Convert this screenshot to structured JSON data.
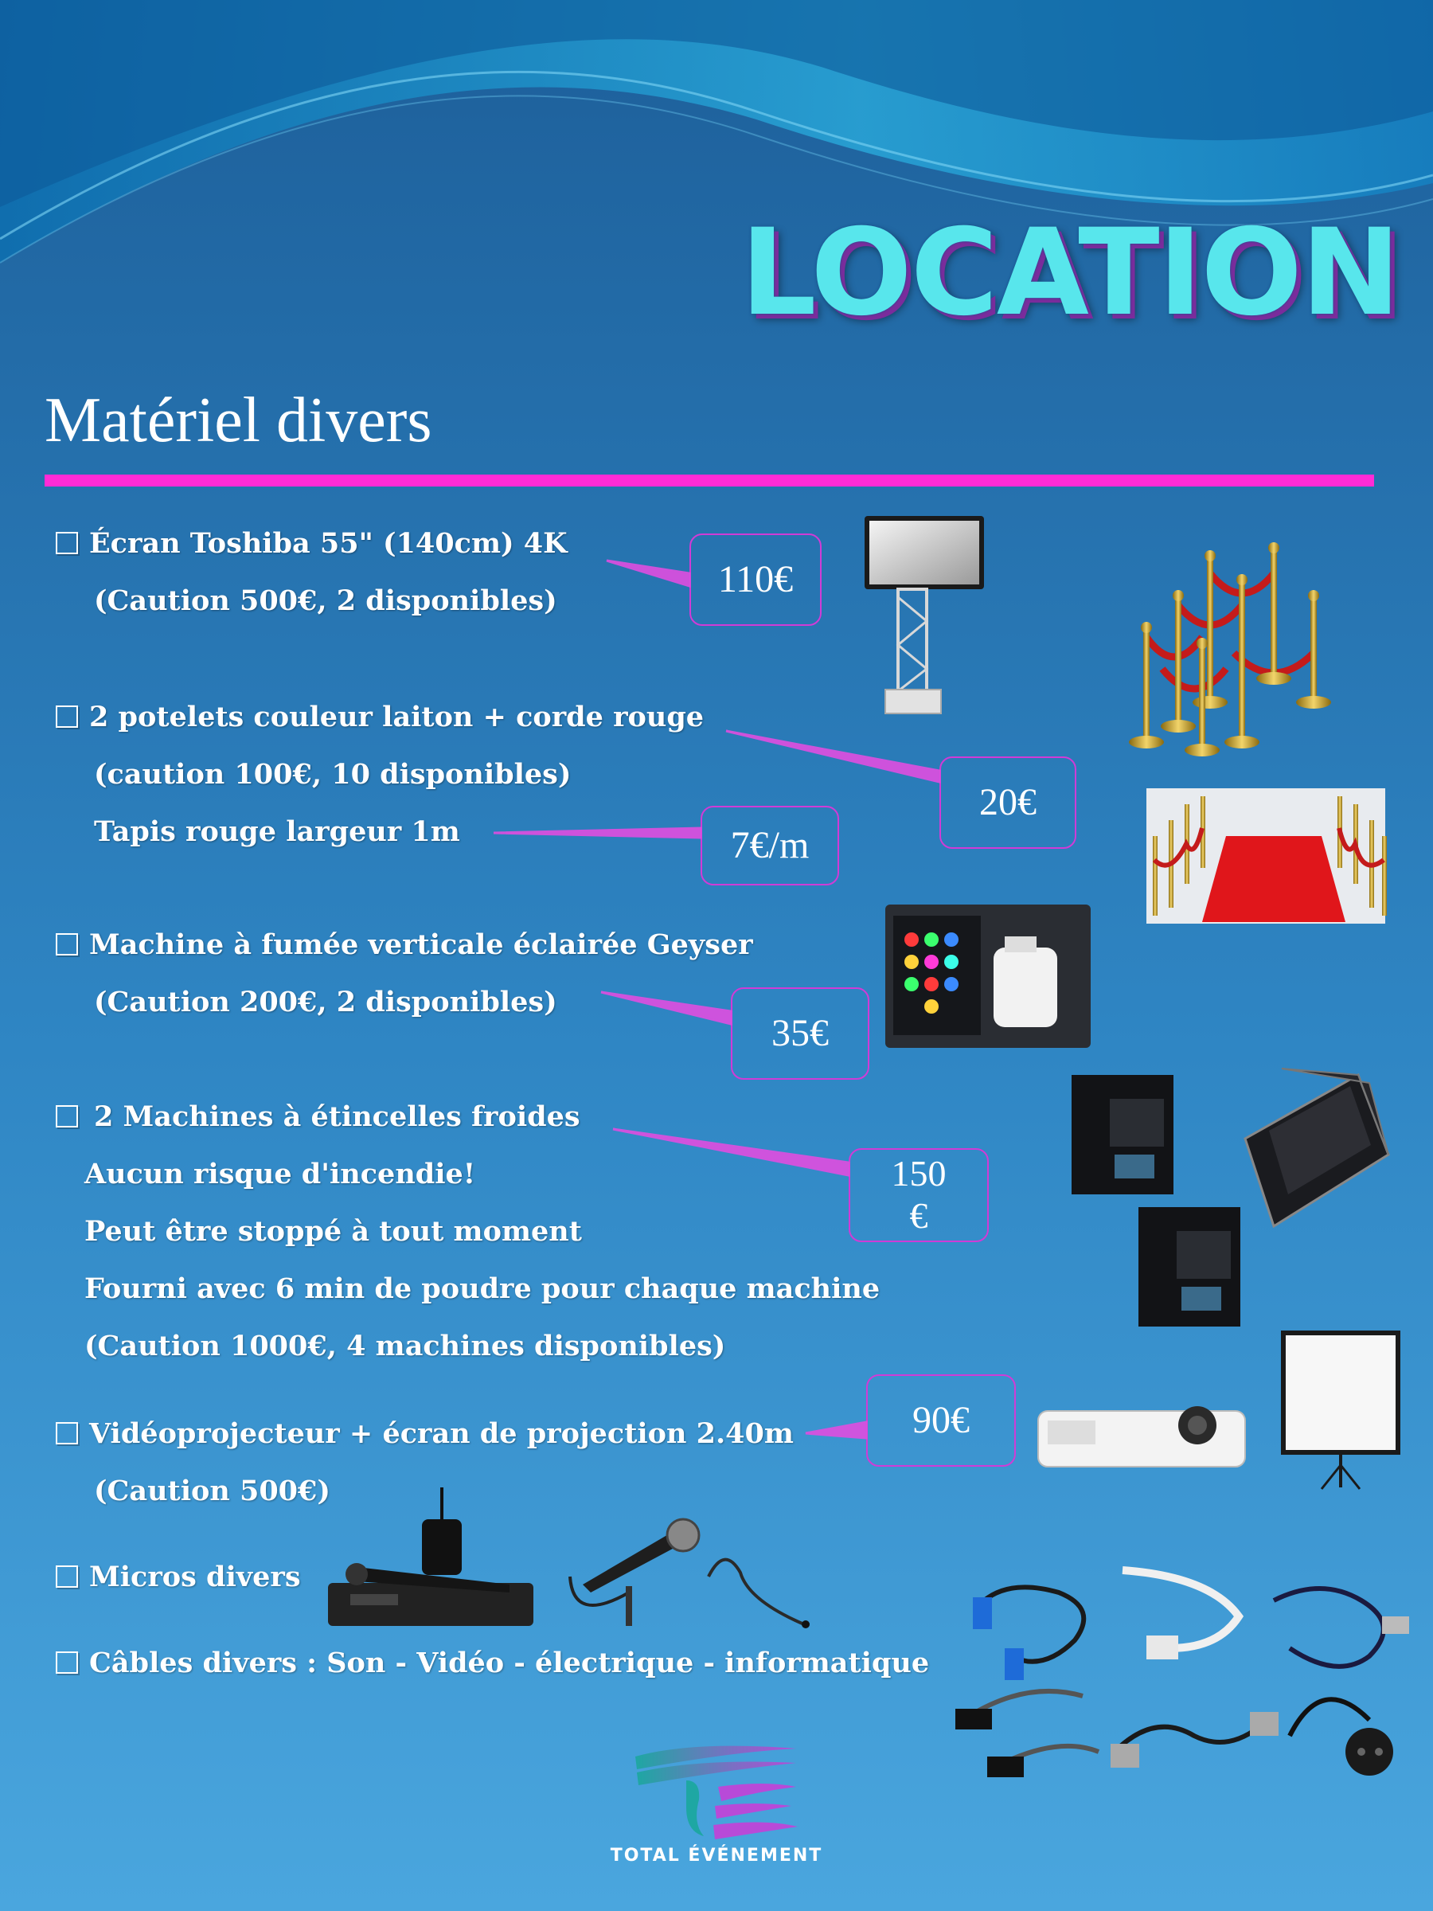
{
  "header": {
    "title": "LOCATION",
    "subtitle": "Matériel divers"
  },
  "items": {
    "ecran": {
      "line1": "Écran Toshiba 55\" (140cm) 4K",
      "line2": "(Caution 500€, 2 disponibles)",
      "price": "110€"
    },
    "potelets": {
      "line1": "2 potelets couleur laiton + corde rouge",
      "line2": "(caution 100€, 10 disponibles)",
      "price": "20€"
    },
    "tapis": {
      "line1": "Tapis rouge  largeur 1m",
      "price": "7€/m"
    },
    "fumee": {
      "line1": "Machine à fumée verticale éclairée Geyser",
      "line2": "(Caution 200€, 2 disponibles)",
      "price": "35€"
    },
    "etincelles": {
      "line1": "2 Machines à étincelles froides",
      "line2": "Aucun risque d'incendie!",
      "line3": "Peut être stoppé à tout moment",
      "line4": "Fourni avec 6 min de poudre pour chaque machine",
      "line5": "(Caution 1000€, 4 machines disponibles)",
      "price_line1": "150",
      "price_line2": "€"
    },
    "projecteur": {
      "line1": "Vidéoprojecteur + écran de projection 2.40m",
      "line2": "(Caution 500€)",
      "price": "90€"
    },
    "micros": {
      "line1": "Micros divers"
    },
    "cables": {
      "line1": "Câbles divers : Son - Vidéo - électrique - informatique"
    }
  },
  "footer": {
    "brand": "TOTAL ÉVÉNEMENT"
  },
  "colors": {
    "accent_magenta": "#ff2bd6",
    "title_cyan": "#58e6ec",
    "background_top": "#1d5f9a",
    "background_bottom": "#4aa6de"
  }
}
